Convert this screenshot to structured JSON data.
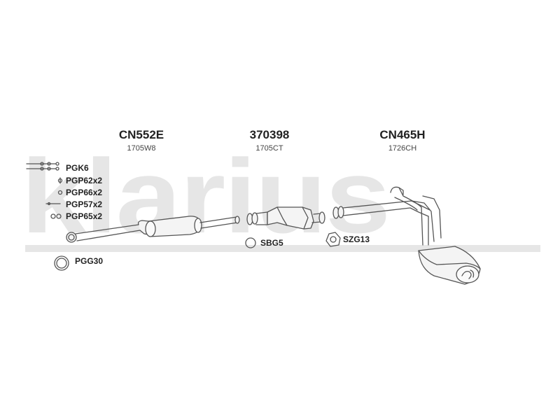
{
  "watermark": "klarius",
  "groups": [
    {
      "code": "CN552E",
      "sub": "1705W8"
    },
    {
      "code": "370398",
      "sub": "1705CT"
    },
    {
      "code": "CN465H",
      "sub": "1726CH"
    }
  ],
  "accessories": [
    {
      "label": "PGK6"
    },
    {
      "label": "PGP62x2"
    },
    {
      "label": "PGP66x2"
    },
    {
      "label": "PGP57x2"
    },
    {
      "label": "PGP65x2"
    },
    {
      "label": "PGG30"
    },
    {
      "label": "SBG5"
    },
    {
      "label": "SZG13"
    }
  ],
  "colors": {
    "line": "#555555",
    "fill": "#f4f4f4",
    "watermark": "#e6e6e6"
  }
}
